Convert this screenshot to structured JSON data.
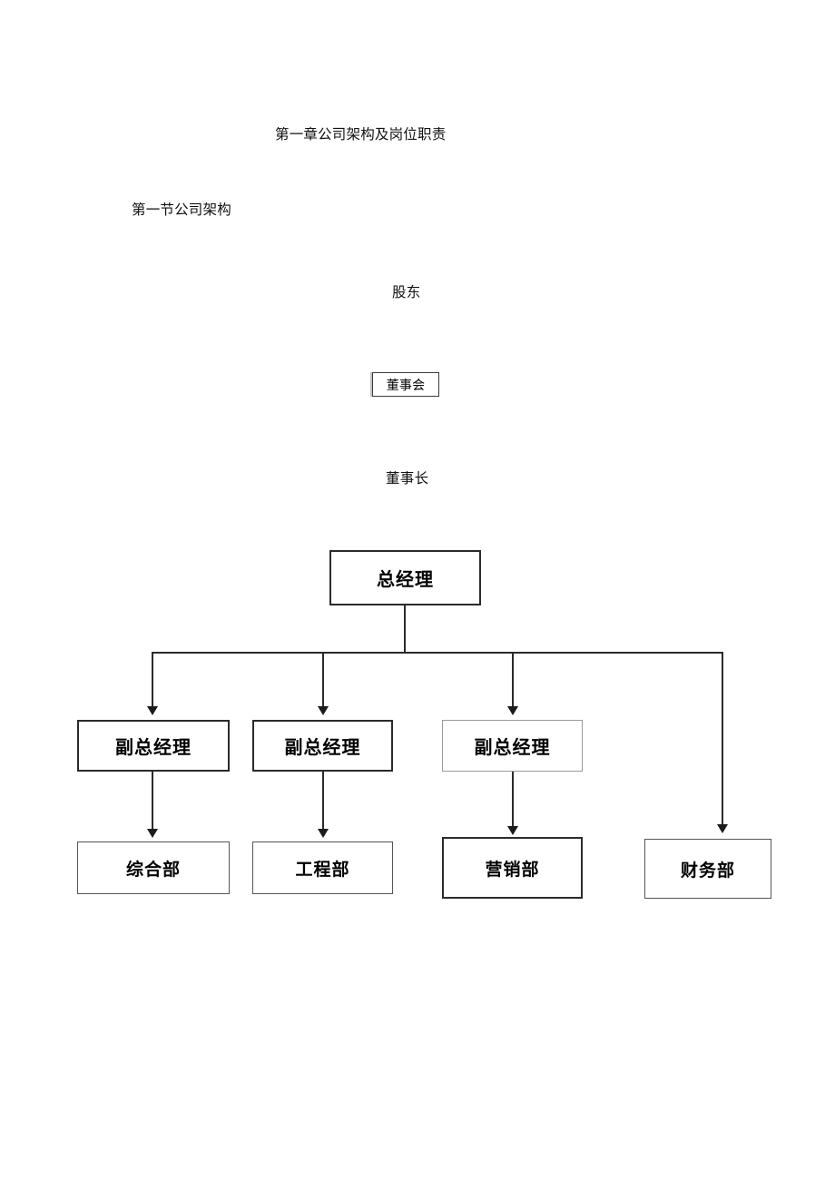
{
  "document": {
    "chapter_title": "第一章公司架构及岗位职责",
    "section_title": "第一节公司架构"
  },
  "org_chart": {
    "type": "diagram",
    "nodes": [
      {
        "id": "shareholders",
        "label": "股东",
        "style": "plain-text",
        "level": 0
      },
      {
        "id": "board",
        "label": "董事会",
        "style": "boxed-thin",
        "level": 1
      },
      {
        "id": "chairman",
        "label": "董事长",
        "style": "plain-text",
        "level": 2
      },
      {
        "id": "general-manager",
        "label": "总经理",
        "style": "boxed-bold",
        "level": 3
      },
      {
        "id": "deputy-gm-1",
        "label": "副总经理",
        "style": "boxed-bold",
        "level": 4
      },
      {
        "id": "deputy-gm-2",
        "label": "副总经理",
        "style": "boxed-bold",
        "level": 4
      },
      {
        "id": "deputy-gm-3",
        "label": "副总经理",
        "style": "boxed-light",
        "level": 4
      },
      {
        "id": "dept-general",
        "label": "综合部",
        "style": "boxed-mid",
        "level": 5
      },
      {
        "id": "dept-engineering",
        "label": "工程部",
        "style": "boxed-mid",
        "level": 5
      },
      {
        "id": "dept-marketing",
        "label": "营销部",
        "style": "boxed-bold",
        "level": 5
      },
      {
        "id": "dept-finance",
        "label": "财务部",
        "style": "boxed-mid",
        "level": 5
      }
    ],
    "edges": [
      {
        "from": "general-manager",
        "to": "deputy-gm-1"
      },
      {
        "from": "general-manager",
        "to": "deputy-gm-2"
      },
      {
        "from": "general-manager",
        "to": "deputy-gm-3"
      },
      {
        "from": "general-manager",
        "to": "dept-finance"
      },
      {
        "from": "deputy-gm-1",
        "to": "dept-general"
      },
      {
        "from": "deputy-gm-2",
        "to": "dept-engineering"
      },
      {
        "from": "deputy-gm-3",
        "to": "dept-marketing"
      }
    ],
    "colors": {
      "line": "#2b2b2b",
      "box_border_dark": "#2b2b2b",
      "box_border_light": "#9a9a9a",
      "text": "#111111",
      "highlight": "#b9b9b9",
      "page_background": "#ffffff"
    }
  }
}
